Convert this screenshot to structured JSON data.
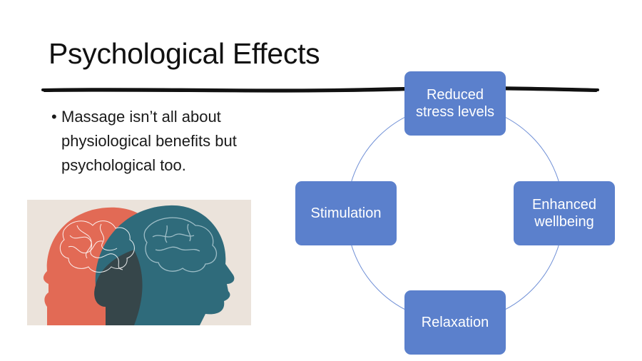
{
  "slide": {
    "title": "Psychological Effects",
    "bullet_text": "Massage isn’t all about physiological benefits but psychological too.",
    "bullet_glyph": "•"
  },
  "cycle": {
    "nodes": [
      {
        "label": "Reduced stress levels"
      },
      {
        "label": "Enhanced wellbeing"
      },
      {
        "label": "Relaxation"
      },
      {
        "label": "Stimulation"
      }
    ]
  },
  "colors": {
    "node_fill": "#5b80cc",
    "cycle_line": "#6f8fd6",
    "head_red": "#e26a55",
    "head_teal": "#2f6b7b",
    "art_bg": "#ebe3db"
  }
}
